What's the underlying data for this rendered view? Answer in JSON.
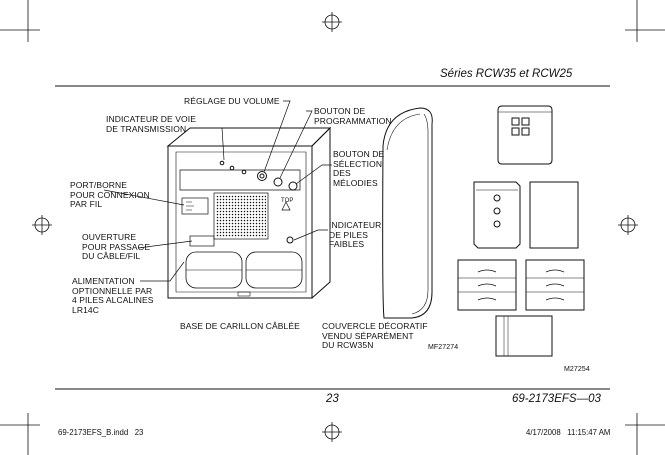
{
  "header": {
    "series_title": "Séries RCW35 et RCW25"
  },
  "labels": {
    "volume": "RÉGLAGE DU VOLUME",
    "prog_button": "BOUTON DE\nPROGRAMMATION",
    "channel_indicator": "INDICATEUR DE VOIE\nDE TRANSMISSION",
    "melody_button": "BOUTON DE\nSÉLECTION\nDES\nMÉLODIES",
    "wire_port": "PORT/BORNE\nPOUR CONNEXION\nPAR FIL",
    "cable_opening": "OUVERTURE\nPOUR PASSAGE\nDU CÂBLE/FIL",
    "battery_power": "ALIMENTATION\nOPTIONNELLE PAR\n4 PILES ALCALINES\nLR14C",
    "low_battery": "INDICATEUR\nDE PILES\nFAIBLES",
    "chime_base": "BASE DE CARILLON CÂBLÉE",
    "cover": "COUVERCLE DÉCORATIF\nVENDU SÉPARÉMENT\nDU RCW35N",
    "fig_code_1": "MF27274",
    "fig_code_2": "M27254",
    "top_mark": "TOP"
  },
  "footer": {
    "page_number": "23",
    "doc_number": "69-2173EFS—03",
    "file_name": "69-2173EFS_B.indd   23",
    "timestamp": "4/17/2008   11:15:47 AM"
  }
}
